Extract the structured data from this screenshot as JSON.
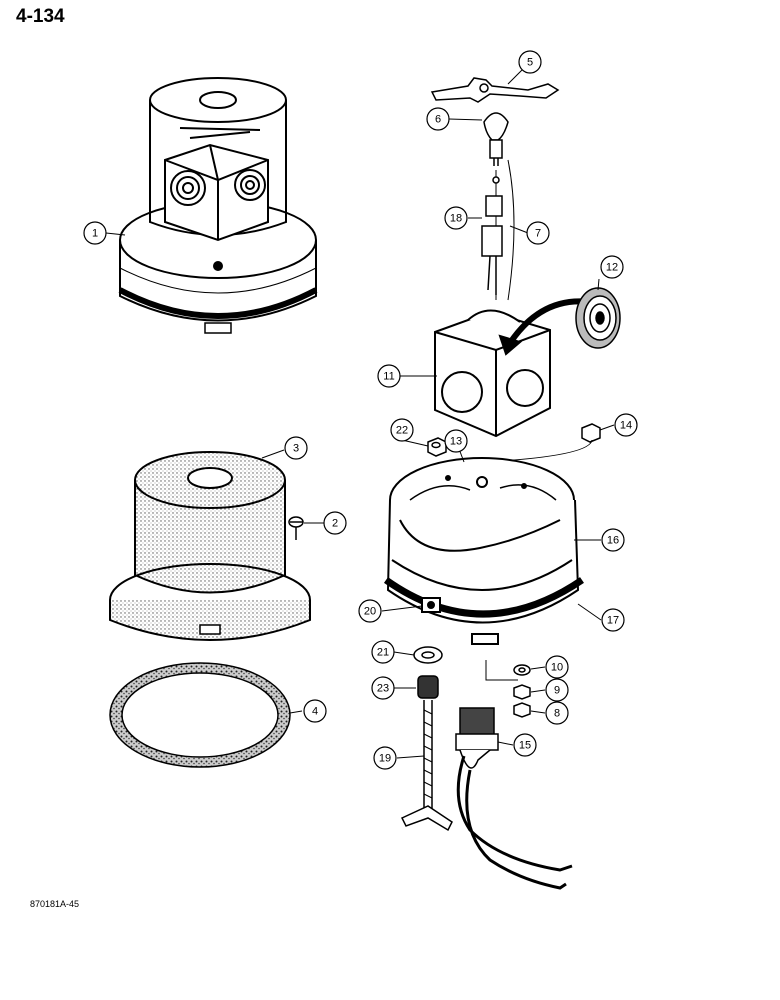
{
  "page_number": "4-134",
  "figure_code": "870181A-45",
  "callouts": [
    {
      "label": "1"
    },
    {
      "label": "2"
    },
    {
      "label": "3"
    },
    {
      "label": "4"
    },
    {
      "label": "5"
    },
    {
      "label": "6"
    },
    {
      "label": "7"
    },
    {
      "label": "8"
    },
    {
      "label": "9"
    },
    {
      "label": "10"
    },
    {
      "label": "11"
    },
    {
      "label": "12"
    },
    {
      "label": "13"
    },
    {
      "label": "14"
    },
    {
      "label": "15"
    },
    {
      "label": "16"
    },
    {
      "label": "17"
    },
    {
      "label": "18"
    },
    {
      "label": "19"
    },
    {
      "label": "20"
    },
    {
      "label": "21"
    },
    {
      "label": "22"
    },
    {
      "label": "23"
    }
  ]
}
